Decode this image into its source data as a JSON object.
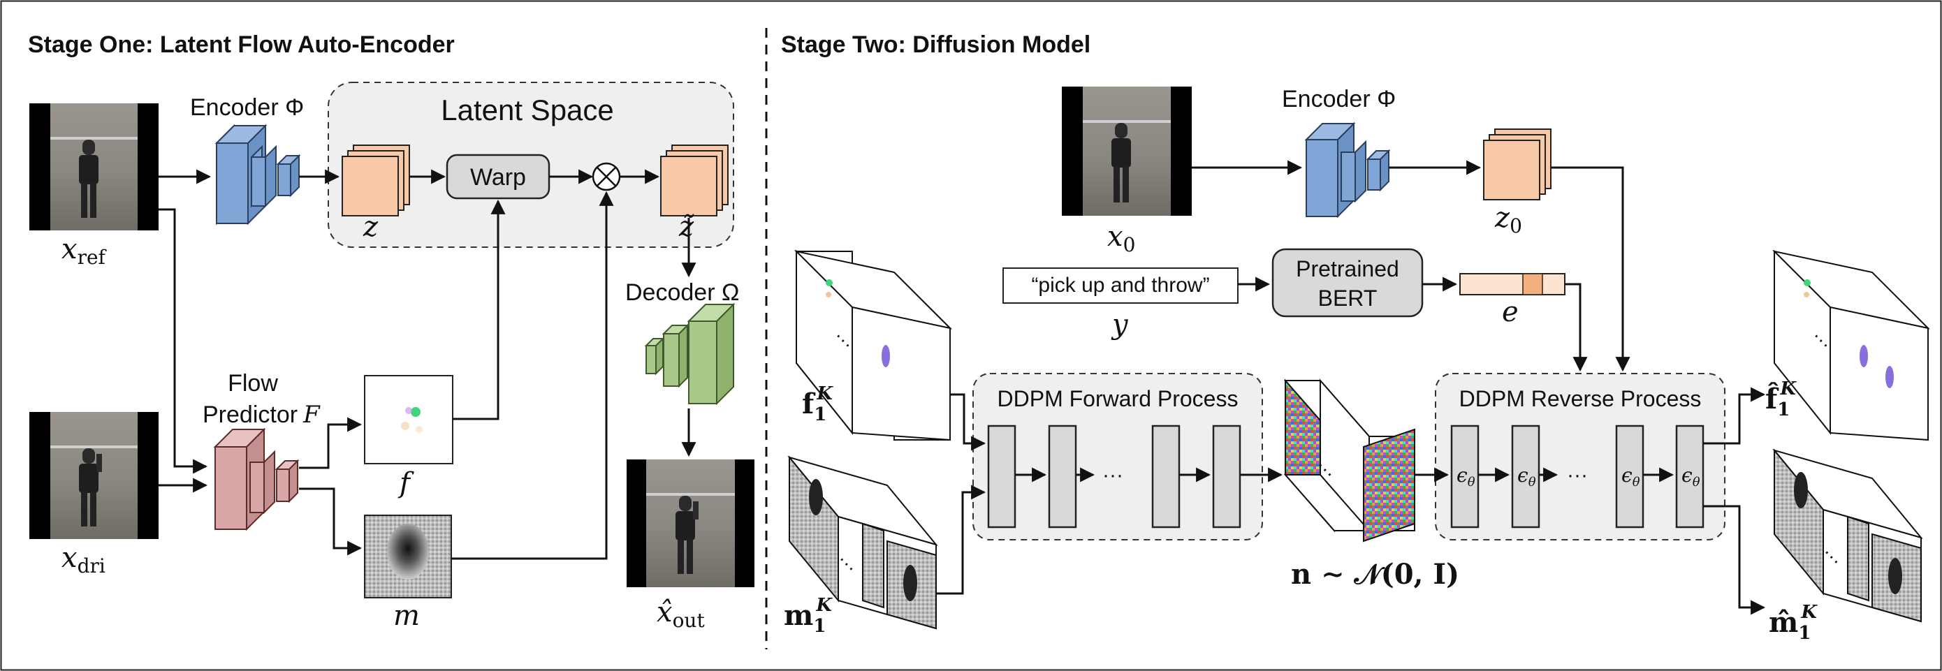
{
  "stage_one": {
    "title": "Stage One: Latent Flow Auto-Encoder",
    "latent_space_label": "Latent Space",
    "encoder_label": "Encoder Φ",
    "warp_label": "Warp",
    "flow_predictor_line1": "Flow",
    "flow_predictor_line2": "Predictor",
    "flow_predictor_symbol": "F",
    "decoder_label": "Decoder Ω",
    "z_label": "z",
    "z_tilde_label": "z̃",
    "x_ref_base": "x",
    "x_ref_sub": "ref",
    "x_dri_base": "x",
    "x_dri_sub": "dri",
    "f_label": "f",
    "m_label": "m",
    "x_out_base": "x̂",
    "x_out_sub": "out"
  },
  "stage_two": {
    "title": "Stage Two: Diffusion Model",
    "encoder_label": "Encoder Φ",
    "x0_base": "x",
    "x0_sub": "0",
    "z0_base": "z",
    "z0_sub": "0",
    "text_prompt": "“pick up and throw”",
    "y_label": "y",
    "bert_line1": "Pretrained",
    "bert_line2": "BERT",
    "e_label": "e",
    "forward_label": "DDPM Forward Process",
    "reverse_label": "DDPM Reverse Process",
    "dots": "···",
    "eps_symbol": "ϵ",
    "eps_sub": "θ",
    "f1k_base": "f",
    "f1k_sub": "1",
    "f1k_sup": "K",
    "m1k_base": "m",
    "m1k_sub": "1",
    "m1k_sup": "K",
    "fhat_base": "f̂",
    "mhat_base": "m̂",
    "noise_label": "n ∼ 𝒩(0, I)"
  },
  "colors": {
    "encoder": "#7fa6d6",
    "latent": "#f7c9a6",
    "flow_predictor": "#d9a7a7",
    "decoder": "#a8c98a",
    "process_box": "#d9d9d9",
    "region_fill": "#efefef"
  }
}
